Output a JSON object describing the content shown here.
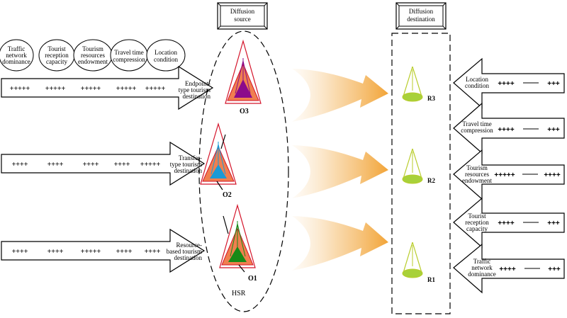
{
  "diffusion_source": {
    "title_line1": "Diffusion",
    "title_line2": "source"
  },
  "diffusion_destination": {
    "title_line1": "Diffusion",
    "title_line2": "destination"
  },
  "hsr_label": "HSR",
  "factors": [
    {
      "lines": [
        "Traffic",
        "network",
        "dominance"
      ]
    },
    {
      "lines": [
        "Tourist",
        "reception",
        "capacity"
      ]
    },
    {
      "lines": [
        "Tourism",
        "resources",
        "endowment"
      ]
    },
    {
      "lines": [
        "Travel time",
        "compression"
      ]
    },
    {
      "lines": [
        "Location",
        "condition"
      ]
    }
  ],
  "left_arrows": [
    {
      "plus": [
        "+++++",
        "+++++",
        "+++++",
        "+++++",
        "+++++"
      ],
      "label": [
        "Endpoint-",
        "type tourism",
        "destination"
      ]
    },
    {
      "plus": [
        "++++",
        "++++",
        "++++",
        "++++",
        "+++++"
      ],
      "label": [
        "Transfer-",
        "type tourism",
        "destination"
      ]
    },
    {
      "plus": [
        "++++",
        "++++",
        "+++++",
        "++++",
        "++++"
      ],
      "label": [
        "Resource-",
        "based tourism",
        "destination"
      ]
    }
  ],
  "sources": [
    {
      "label": "O3",
      "color": "#8b0a8b"
    },
    {
      "label": "O2",
      "color": "#1a9ad6"
    },
    {
      "label": "O1",
      "color": "#178a17"
    }
  ],
  "destinations": [
    {
      "label": "R3"
    },
    {
      "label": "R2"
    },
    {
      "label": "R1"
    }
  ],
  "right_arrows": [
    {
      "label": [
        "Location",
        "condition"
      ],
      "plus_left": "++++",
      "plus_right": "+++"
    },
    {
      "label": [
        "Travel time",
        "compression"
      ],
      "plus_left": "++++",
      "plus_right": "+++"
    },
    {
      "label": [
        "Tourism",
        "resources",
        "endowment"
      ],
      "plus_left": "+++++",
      "plus_right": "++++"
    },
    {
      "label": [
        "Tourist",
        "reception",
        "capacity"
      ],
      "plus_left": "++++",
      "plus_right": "+++"
    },
    {
      "label": [
        "Traffic",
        "network",
        "dominance"
      ],
      "plus_left": "++++",
      "plus_right": "+++"
    }
  ],
  "colors": {
    "flow_gradient_start": "#fbe6c8",
    "flow_gradient_end": "#f2a437",
    "triangle_outline": "#d4142a",
    "triangle_fill": "#f07f4f",
    "cone_color": "#b8cc2a",
    "cone_fill": "#a8d13a"
  }
}
